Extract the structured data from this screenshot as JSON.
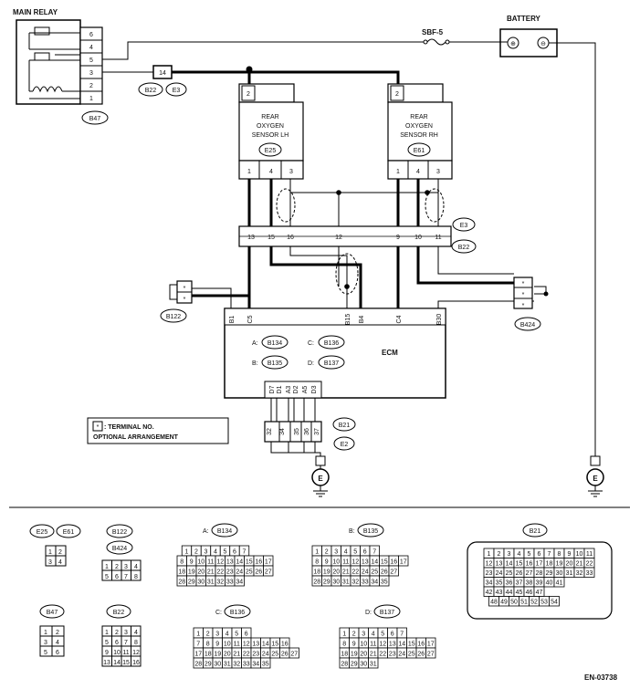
{
  "components": {
    "main_relay": "MAIN RELAY",
    "battery": "BATTERY",
    "fuse": "SBF-5",
    "battery_terminals": [
      "⊕",
      "⊖"
    ],
    "relay_pins": [
      "6",
      "4",
      "5",
      "3",
      "2",
      "1"
    ],
    "relay_connector": "B47",
    "sensor_lh": [
      "REAR",
      "OXYGEN",
      "SENSOR LH"
    ],
    "sensor_lh_connector": "E25",
    "sensor_rh": [
      "REAR",
      "OXYGEN",
      "SENSOR RH"
    ],
    "sensor_rh_connector": "E61",
    "sensor_top_pin": "2",
    "sensor_bottom_pins": [
      "1",
      "4",
      "3"
    ],
    "ecm": "ECM",
    "ecm_connectors": [
      "A:",
      "B134",
      "C:",
      "B136",
      "B:",
      "B135",
      "D:",
      "B137"
    ],
    "ground": "E"
  },
  "connectors": {
    "relay_link": {
      "pin": "14",
      "codes": [
        "B22",
        "E3"
      ]
    },
    "harness": {
      "pins": [
        "13",
        "15",
        "16",
        "12",
        "9",
        "10",
        "11"
      ],
      "codes": [
        "E3",
        "B22"
      ]
    },
    "optional_left": {
      "pins": [
        "*",
        "*"
      ],
      "code": "B122"
    },
    "optional_right": {
      "pins": [
        "*",
        "*",
        "*"
      ],
      "code": "B424"
    },
    "ecm_top_pins": [
      "B1",
      "C5",
      "B15",
      "B4",
      "C4",
      "B30"
    ],
    "ecm_bottom_pins": [
      "D7",
      "D1",
      "A3",
      "D2",
      "A5",
      "D3"
    ],
    "ground_block": {
      "pins": [
        "32",
        "34",
        "35",
        "36",
        "37"
      ],
      "codes": [
        "B21",
        "E2"
      ]
    }
  },
  "legend": {
    "symbol": "*",
    "text": ": TERMINAL NO.",
    "text2": "OPTIONAL ARRANGEMENT"
  },
  "connector_views": {
    "e25_e61": {
      "labels": [
        "E25",
        "E61"
      ],
      "rows": [
        [
          "1",
          "2"
        ],
        [
          "3",
          "4"
        ]
      ]
    },
    "b122_b424": {
      "labels": [
        "B122",
        "B424"
      ],
      "rows": [
        [
          "1",
          "2",
          "3",
          "4"
        ],
        [
          "5",
          "6",
          "7",
          "8"
        ]
      ]
    },
    "b47": {
      "label": "B47",
      "rows": [
        [
          "1",
          "2"
        ],
        [
          "3",
          "4"
        ],
        [
          "5",
          "6"
        ]
      ]
    },
    "b22": {
      "label": "B22",
      "rows": [
        [
          "1",
          "2",
          "3",
          "4"
        ],
        [
          "5",
          "6",
          "7",
          "8"
        ],
        [
          "9",
          "10",
          "11",
          "12"
        ],
        [
          "13",
          "14",
          "15",
          "16"
        ]
      ]
    },
    "b134": {
      "prefix": "A:",
      "label": "B134",
      "rows": [
        [
          "1",
          "2",
          "3",
          "4",
          "5",
          "6",
          "7"
        ],
        [
          "8",
          "9",
          "10",
          "11",
          "12",
          "13",
          "14",
          "15",
          "16",
          "17"
        ],
        [
          "18",
          "19",
          "20",
          "21",
          "22",
          "23",
          "24",
          "25",
          "26",
          "27"
        ],
        [
          "28",
          "29",
          "30",
          "31",
          "32",
          "33",
          "34"
        ]
      ]
    },
    "b135": {
      "prefix": "B:",
      "label": "B135",
      "rows": [
        [
          "1",
          "2",
          "3",
          "4",
          "5",
          "6",
          "7"
        ],
        [
          "8",
          "9",
          "10",
          "11",
          "12",
          "13",
          "14",
          "15",
          "16",
          "17"
        ],
        [
          "18",
          "19",
          "20",
          "21",
          "22",
          "24",
          "25",
          "26",
          "27"
        ],
        [
          "28",
          "29",
          "30",
          "31",
          "32",
          "33",
          "34",
          "35"
        ]
      ]
    },
    "b136": {
      "prefix": "C:",
      "label": "B136",
      "rows": [
        [
          "1",
          "2",
          "3",
          "4",
          "5",
          "6"
        ],
        [
          "7",
          "8",
          "9",
          "10",
          "11",
          "12",
          "13",
          "14",
          "15",
          "16"
        ],
        [
          "17",
          "18",
          "19",
          "20",
          "21",
          "22",
          "23",
          "24",
          "25",
          "26",
          "27"
        ],
        [
          "28",
          "29",
          "30",
          "31",
          "32",
          "33",
          "34",
          "35"
        ]
      ]
    },
    "b137": {
      "prefix": "D:",
      "label": "B137",
      "rows": [
        [
          "1",
          "2",
          "3",
          "4",
          "5",
          "6",
          "7"
        ],
        [
          "8",
          "9",
          "10",
          "11",
          "12",
          "13",
          "14",
          "15",
          "16",
          "17"
        ],
        [
          "18",
          "19",
          "20",
          "21",
          "22",
          "23",
          "24",
          "25",
          "26",
          "27"
        ],
        [
          "28",
          "29",
          "30",
          "31"
        ]
      ]
    },
    "b21": {
      "label": "B21",
      "rows": [
        [
          "1",
          "2",
          "3",
          "4",
          "5",
          "6",
          "7",
          "8",
          "9",
          "10",
          "11"
        ],
        [
          "12",
          "13",
          "14",
          "15",
          "16",
          "17",
          "18",
          "19",
          "20",
          "21",
          "22"
        ],
        [
          "23",
          "24",
          "25",
          "26",
          "27",
          "28",
          "29",
          "30",
          "31",
          "32",
          "33"
        ],
        [
          "34",
          "35",
          "36",
          "37",
          "38",
          "39",
          "40",
          "41"
        ],
        [
          "42",
          "43",
          "44",
          "45",
          "46",
          "47"
        ],
        [
          "48",
          "49",
          "50",
          "51",
          "52",
          "53",
          "54"
        ]
      ]
    }
  },
  "footer": {
    "code": "EN-03738"
  }
}
